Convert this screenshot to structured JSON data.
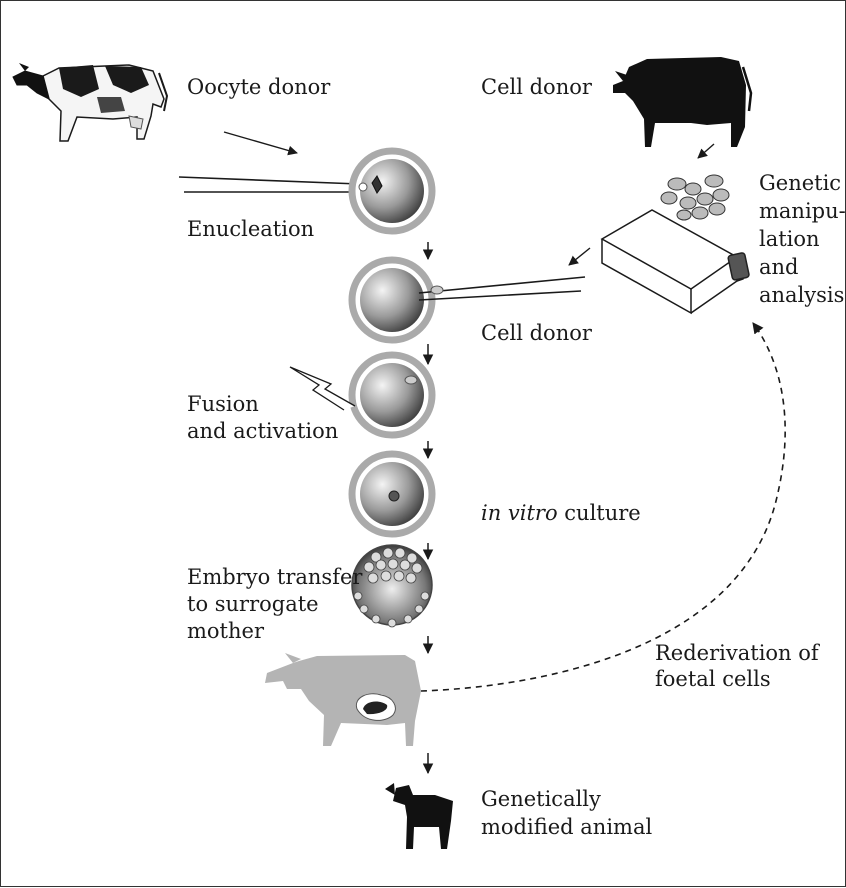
{
  "labels": {
    "oocyte_donor": "Oocyte donor",
    "cell_donor_top": "Cell donor",
    "enucleation": "Enucleation",
    "genetic_line1": "Genetic",
    "genetic_line2": "manipu-",
    "genetic_line3": "lation",
    "genetic_line4": "and",
    "genetic_line5": "analysis",
    "cell_donor_mid": "Cell donor",
    "fusion_line1": "Fusion",
    "fusion_line2": "and activation",
    "culture_italic": "in vitro",
    "culture_rest": " culture",
    "embryo_line1": "Embryo transfer",
    "embryo_line2": "to surrogate",
    "embryo_line3": "mother",
    "rederivation_line1": "Rederivation of",
    "rederivation_line2": "foetal cells",
    "result_line1": "Genetically",
    "result_line2": "modified animal"
  },
  "icons": [
    "holstein-cow-icon",
    "black-cow-icon",
    "pipette-icon",
    "culture-flask-icon",
    "lightning-icon",
    "grey-cow-icon",
    "calf-icon"
  ],
  "colors": {
    "line": "#1a1a1a",
    "zona": "#aaaaaa",
    "grey_cow": "#b4b4b4",
    "black_cow": "#111111"
  }
}
